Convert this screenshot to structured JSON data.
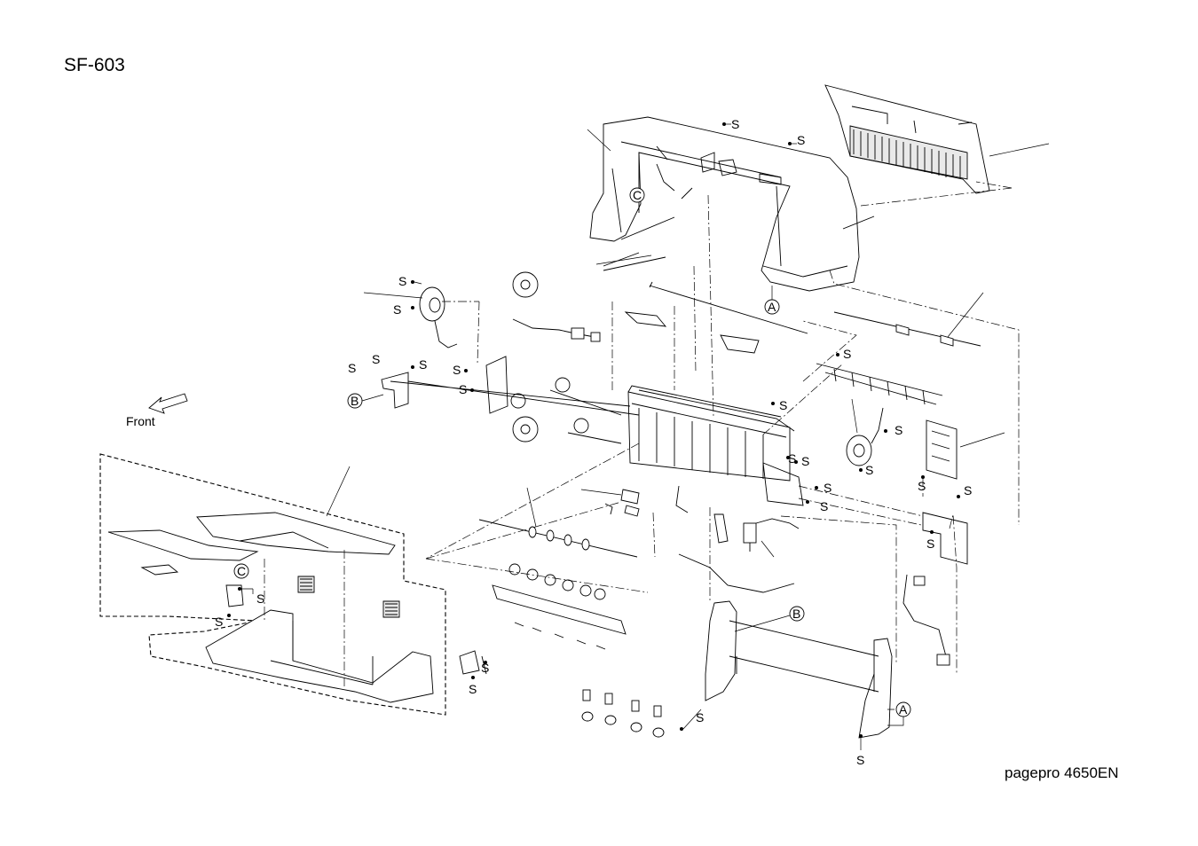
{
  "header": {
    "title": "SF-603"
  },
  "footer": {
    "model": "pagepro 4650EN"
  },
  "orientation": {
    "label": "Front"
  },
  "callouts": {
    "screw": "S",
    "ref_a": "A",
    "ref_b": "B",
    "ref_c": "C"
  }
}
